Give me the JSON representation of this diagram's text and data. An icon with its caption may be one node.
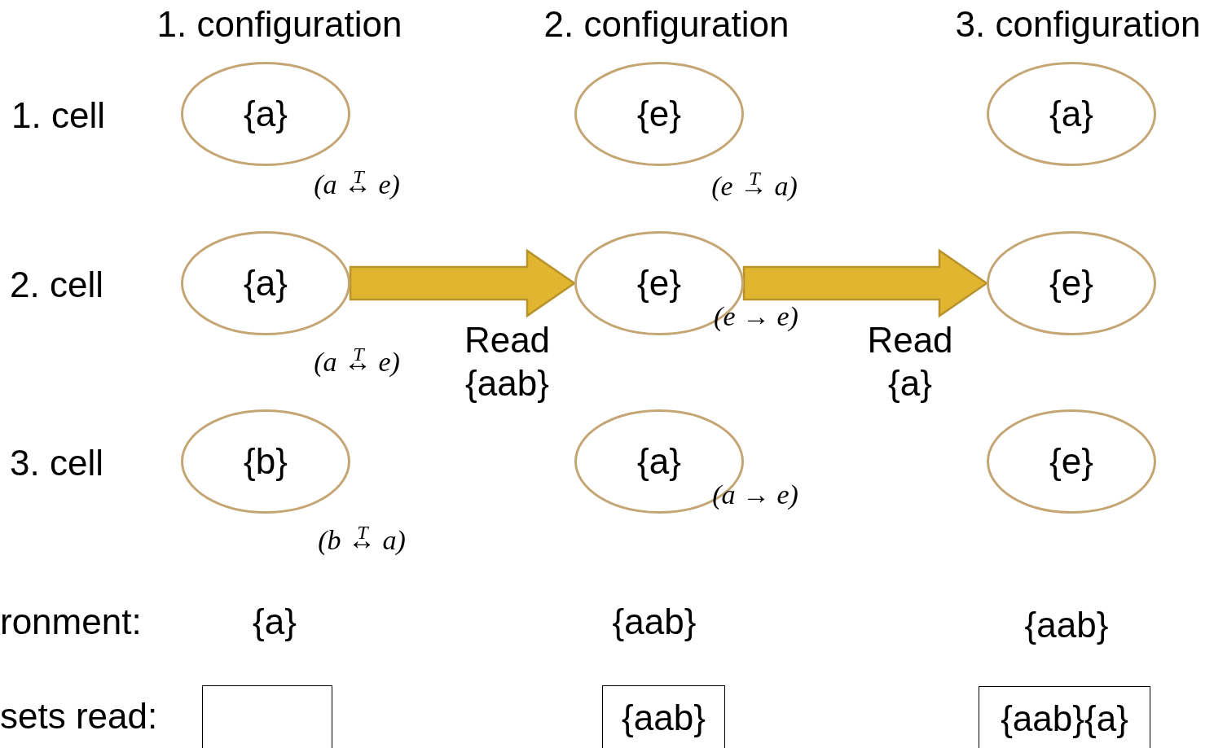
{
  "diagram": {
    "nodes": [
      {
        "text": [
          "{a}"
        ],
        "beside": [
          "(a ↔$^{T}$ e)"
        ]
      },
      {
        "text": [
          "{e}"
        ],
        "beside": [
          "(e →$^{T}$ a)"
        ]
      },
      {
        "text": [
          "{a}"
        ]
      },
      {
        "text": [
          "{a}"
        ],
        "beside": [
          "(a ↔$^{T}$ e)"
        ]
      },
      {
        "text": [
          "{e}"
        ],
        "beside": [
          "(e → e)"
        ]
      },
      {
        "text": [
          "{e}"
        ]
      },
      {
        "text": [
          "{b}"
        ],
        "beside": [
          "(b ↔$^{T}$ a)"
        ]
      },
      {
        "text": [
          "{a}"
        ],
        "beside": [
          "(a → e)"
        ]
      },
      {
        "text": [
          "{e}"
        ]
      },
      {
        "text": [],
        "shape": "box"
      },
      {
        "text": [
          "{aab}"
        ]
      },
      {
        "text": [
          "{aab}{a}"
        ]
      }
    ],
    "edges": [
      {
        "from": 3,
        "to": 4,
        "arrow": "to",
        "label": "Read {aab}"
      },
      {
        "from": 4,
        "to": 5,
        "arrow": "to",
        "label": "Read {a}"
      }
    ],
    "labels": [
      "1. configuration",
      "2. configuration",
      "3. configuration",
      "1. cell",
      "2. cell",
      "3. cell",
      "ronment:",
      "{a}",
      "{aab}",
      "{aab}",
      "sets read:"
    ]
  }
}
